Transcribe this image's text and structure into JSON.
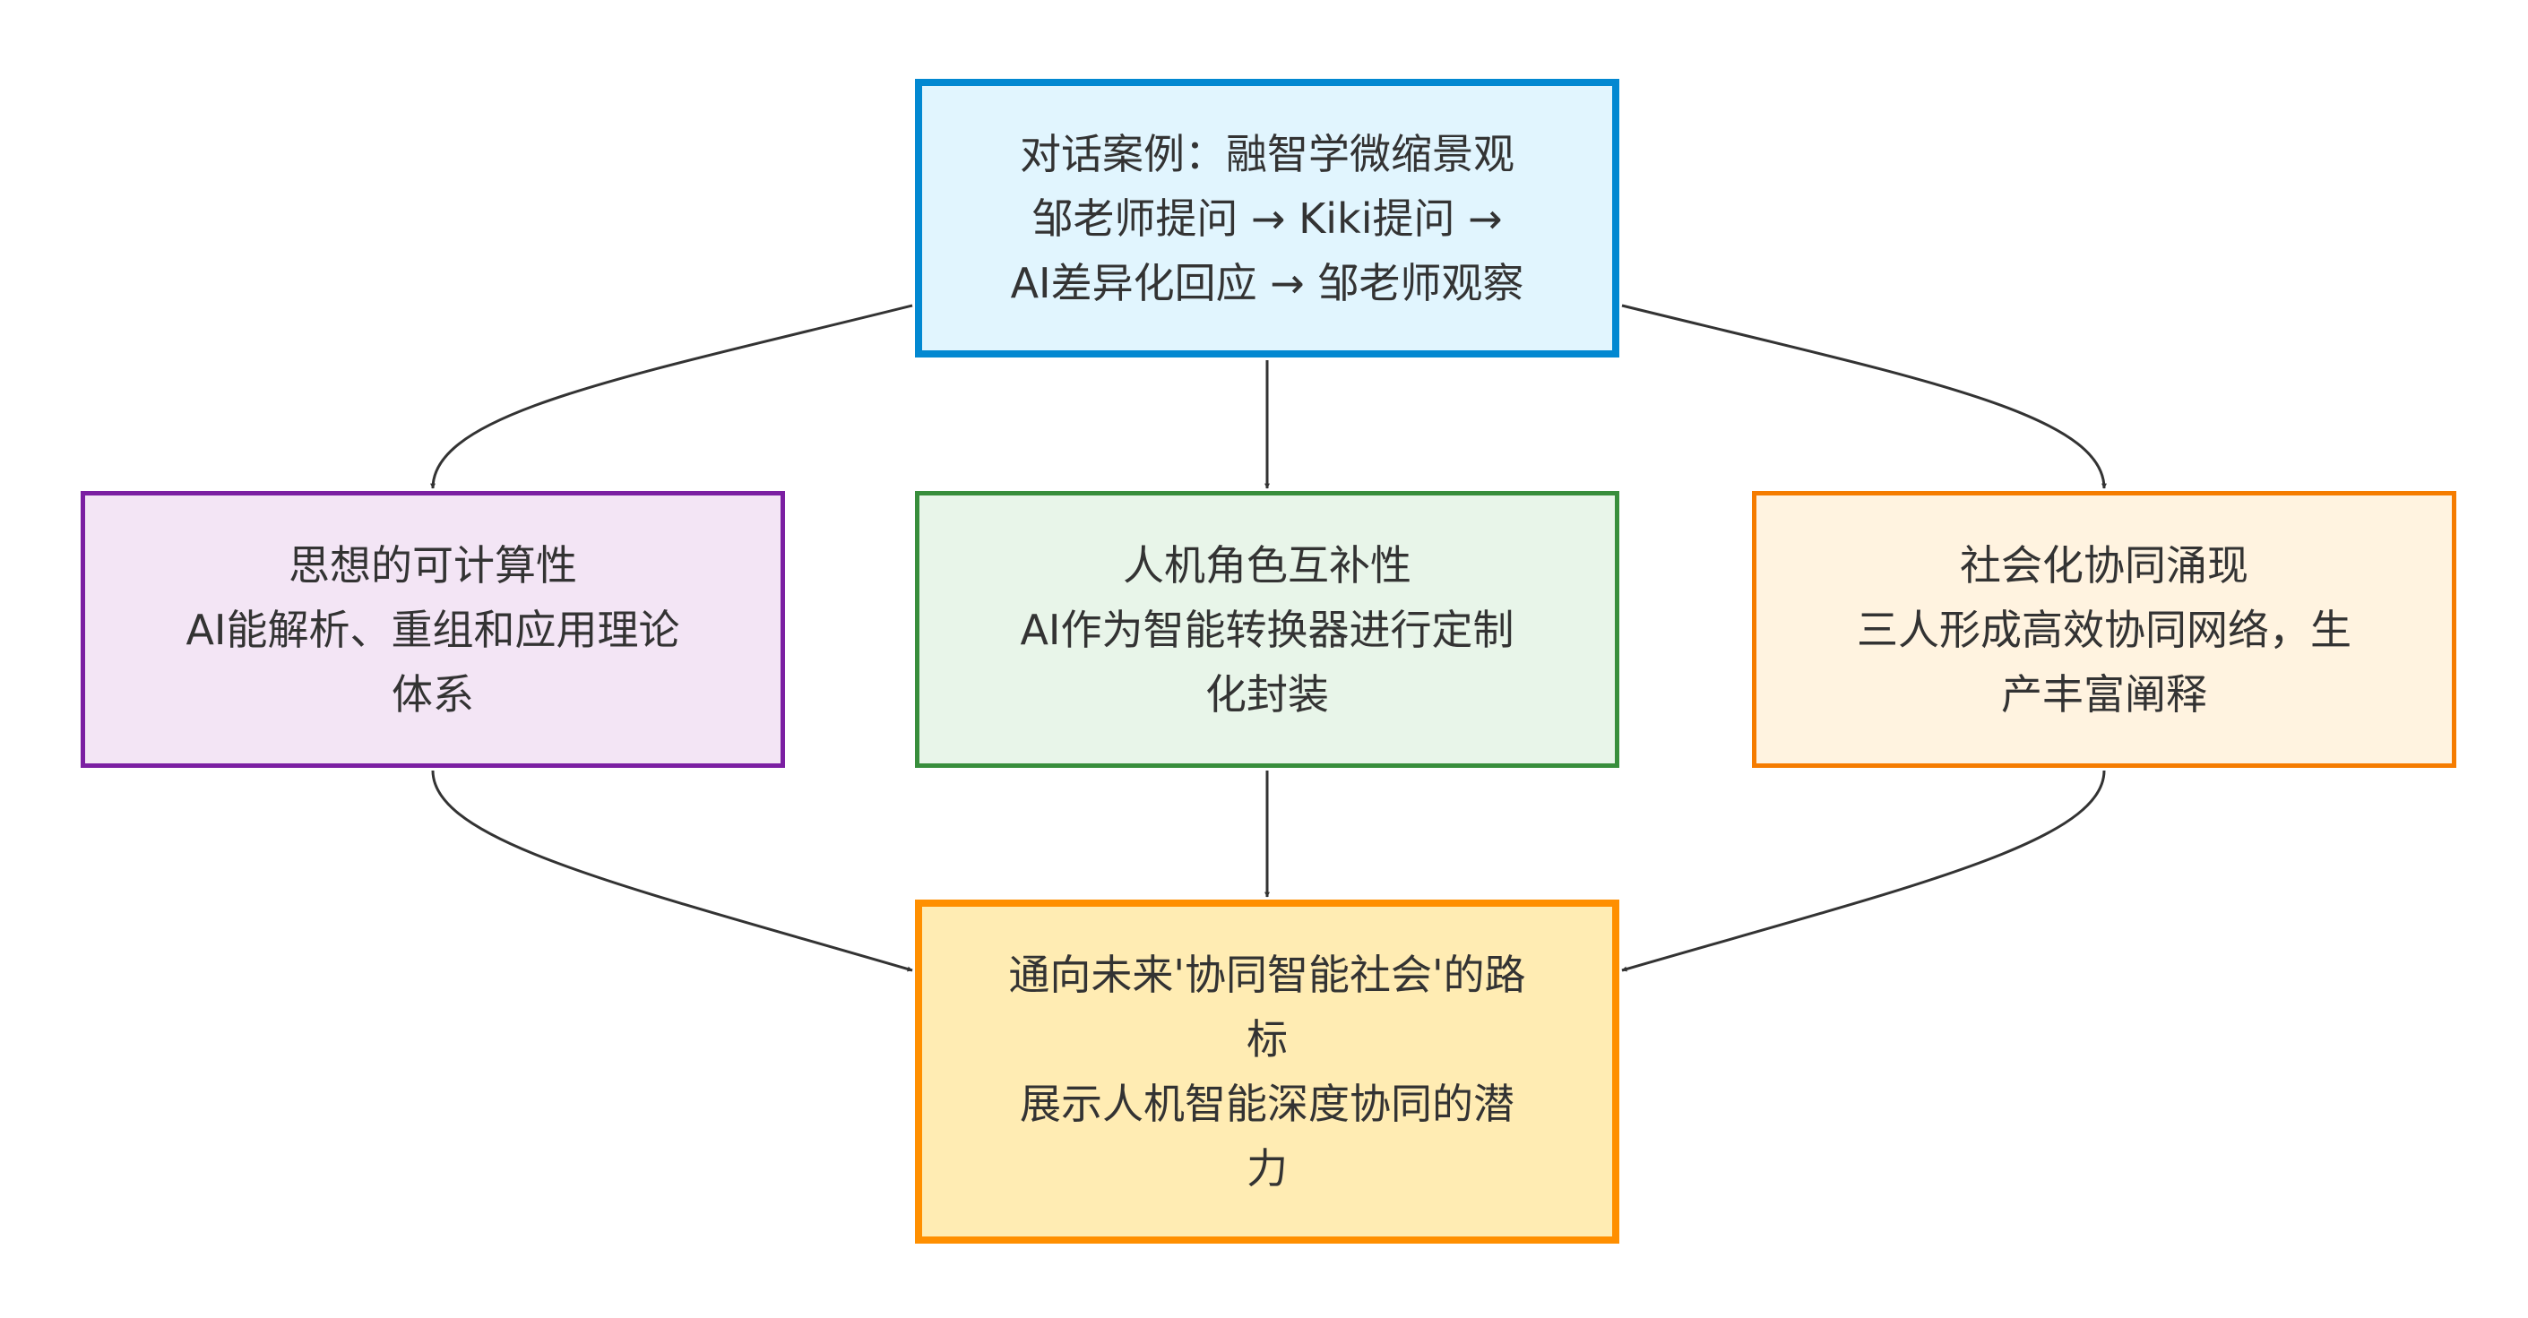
{
  "colors": {
    "edge": "#333333",
    "text": "#333333",
    "top_fill": "#e1f5fe",
    "top_border": "#0288d1",
    "left_fill": "#f3e5f5",
    "left_border": "#7b1fa2",
    "center_fill": "#e8f5e9",
    "center_border": "#388e3c",
    "right_fill": "#fff3e0",
    "right_border": "#f57c00",
    "bottom_fill": "#ffecb3",
    "bottom_border": "#ff8f00"
  },
  "nodes": {
    "top": {
      "lines": [
        "对话案例：融智学微缩景观",
        "邹老师提问 → Kiki提问 →",
        "AI差异化回应 → 邹老师观察"
      ]
    },
    "left": {
      "lines": [
        "思想的可计算性",
        "AI能解析、重组和应用理论",
        "体系"
      ]
    },
    "center": {
      "lines": [
        "人机角色互补性",
        "AI作为智能转换器进行定制",
        "化封装"
      ]
    },
    "right": {
      "lines": [
        "社会化协同涌现",
        "三人形成高效协同网络，生",
        "产丰富阐释"
      ]
    },
    "bottom": {
      "lines": [
        "通向未来'协同智能社会'的路",
        "标",
        "展示人机智能深度协同的潜",
        "力"
      ]
    }
  }
}
